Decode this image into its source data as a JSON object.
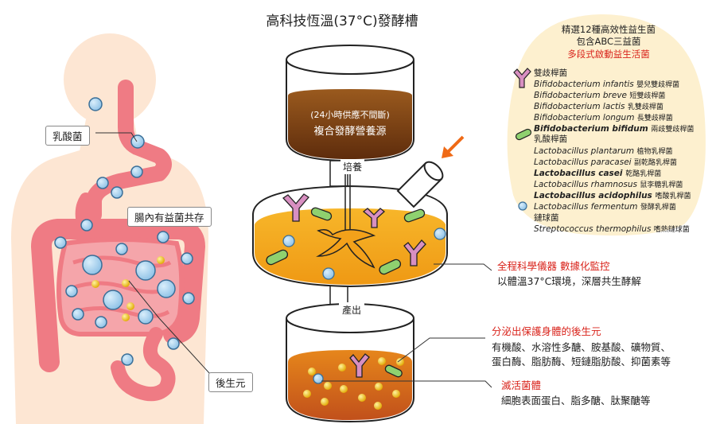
{
  "title": "高科技恆溫(37°C)發酵槽",
  "tank": {
    "nutrient_sub": "(24小時供應不間斷)",
    "nutrient_main": "複合發酵營養源",
    "culture_label": "培養",
    "output_label": "產出"
  },
  "body_labels": {
    "lactic": "乳酸菌",
    "coexist": "腸內有益菌共存",
    "postbiotic": "後生元"
  },
  "info": {
    "line1": "精選12種高效性益生菌",
    "line2": "包含ABC三益菌",
    "line3": "多段式啟動益生活菌",
    "groups": [
      {
        "name": "雙歧桿菌",
        "species": [
          {
            "latin": "Bifidobacterium infantis",
            "zh": "嬰兒雙歧桿菌"
          },
          {
            "latin": "Bifidobacterium breve",
            "zh": "短雙歧桿菌"
          },
          {
            "latin": "Bifidobacterium lactis",
            "zh": "乳雙歧桿菌"
          },
          {
            "latin": "Bifidobacterium longum",
            "zh": "長雙歧桿菌"
          },
          {
            "latin": "Bifidobacterium bifidum",
            "zh": "兩歧雙歧桿菌"
          }
        ]
      },
      {
        "name": "乳酸桿菌",
        "species": [
          {
            "latin": "Lactobacillus plantarum",
            "zh": "植物乳桿菌"
          },
          {
            "latin": "Lactobacillus paracasei",
            "zh": "副乾酪乳桿菌"
          },
          {
            "latin": "Lactobacillus casei",
            "zh": "乾酪乳桿菌"
          },
          {
            "latin": "Lactobacillus rhamnosus",
            "zh": "鼠李糖乳桿菌"
          },
          {
            "latin": "Lactobacillus acidophilus",
            "zh": "嗜酸乳桿菌"
          },
          {
            "latin": "Lactobacillus fermentum",
            "zh": "發酵乳桿菌"
          }
        ]
      },
      {
        "name": "鏈球菌",
        "species": [
          {
            "latin": "Streptococcus thermophilus",
            "zh": "嗜熱鏈球菌"
          }
        ]
      }
    ]
  },
  "monitor": {
    "heading": "全程科學儀器 數據化監控",
    "body": "以體溫37°C環境，深層共生酵解"
  },
  "secrete": {
    "heading": "分泌出保護身體的後生元",
    "body1": "有機酸、水溶性多醣、胺基酸、礦物質、",
    "body2": "蛋白酶、脂肪酶、短鏈脂肪酸、抑菌素等"
  },
  "inactivated": {
    "heading": "滅活菌體",
    "body": "細胞表面蛋白、脂多醣、肽聚醣等"
  },
  "colors": {
    "accent_red": "#d9241c",
    "intestine": "#ef7b84",
    "info_bg": "#fdf0cf",
    "broth": "#f2a51c",
    "nutrient": "#8a4a16",
    "bacteria_blue": "#a9d2ef",
    "bacteria_pink": "#d88fc1",
    "bacteria_green": "#8fd16f"
  }
}
